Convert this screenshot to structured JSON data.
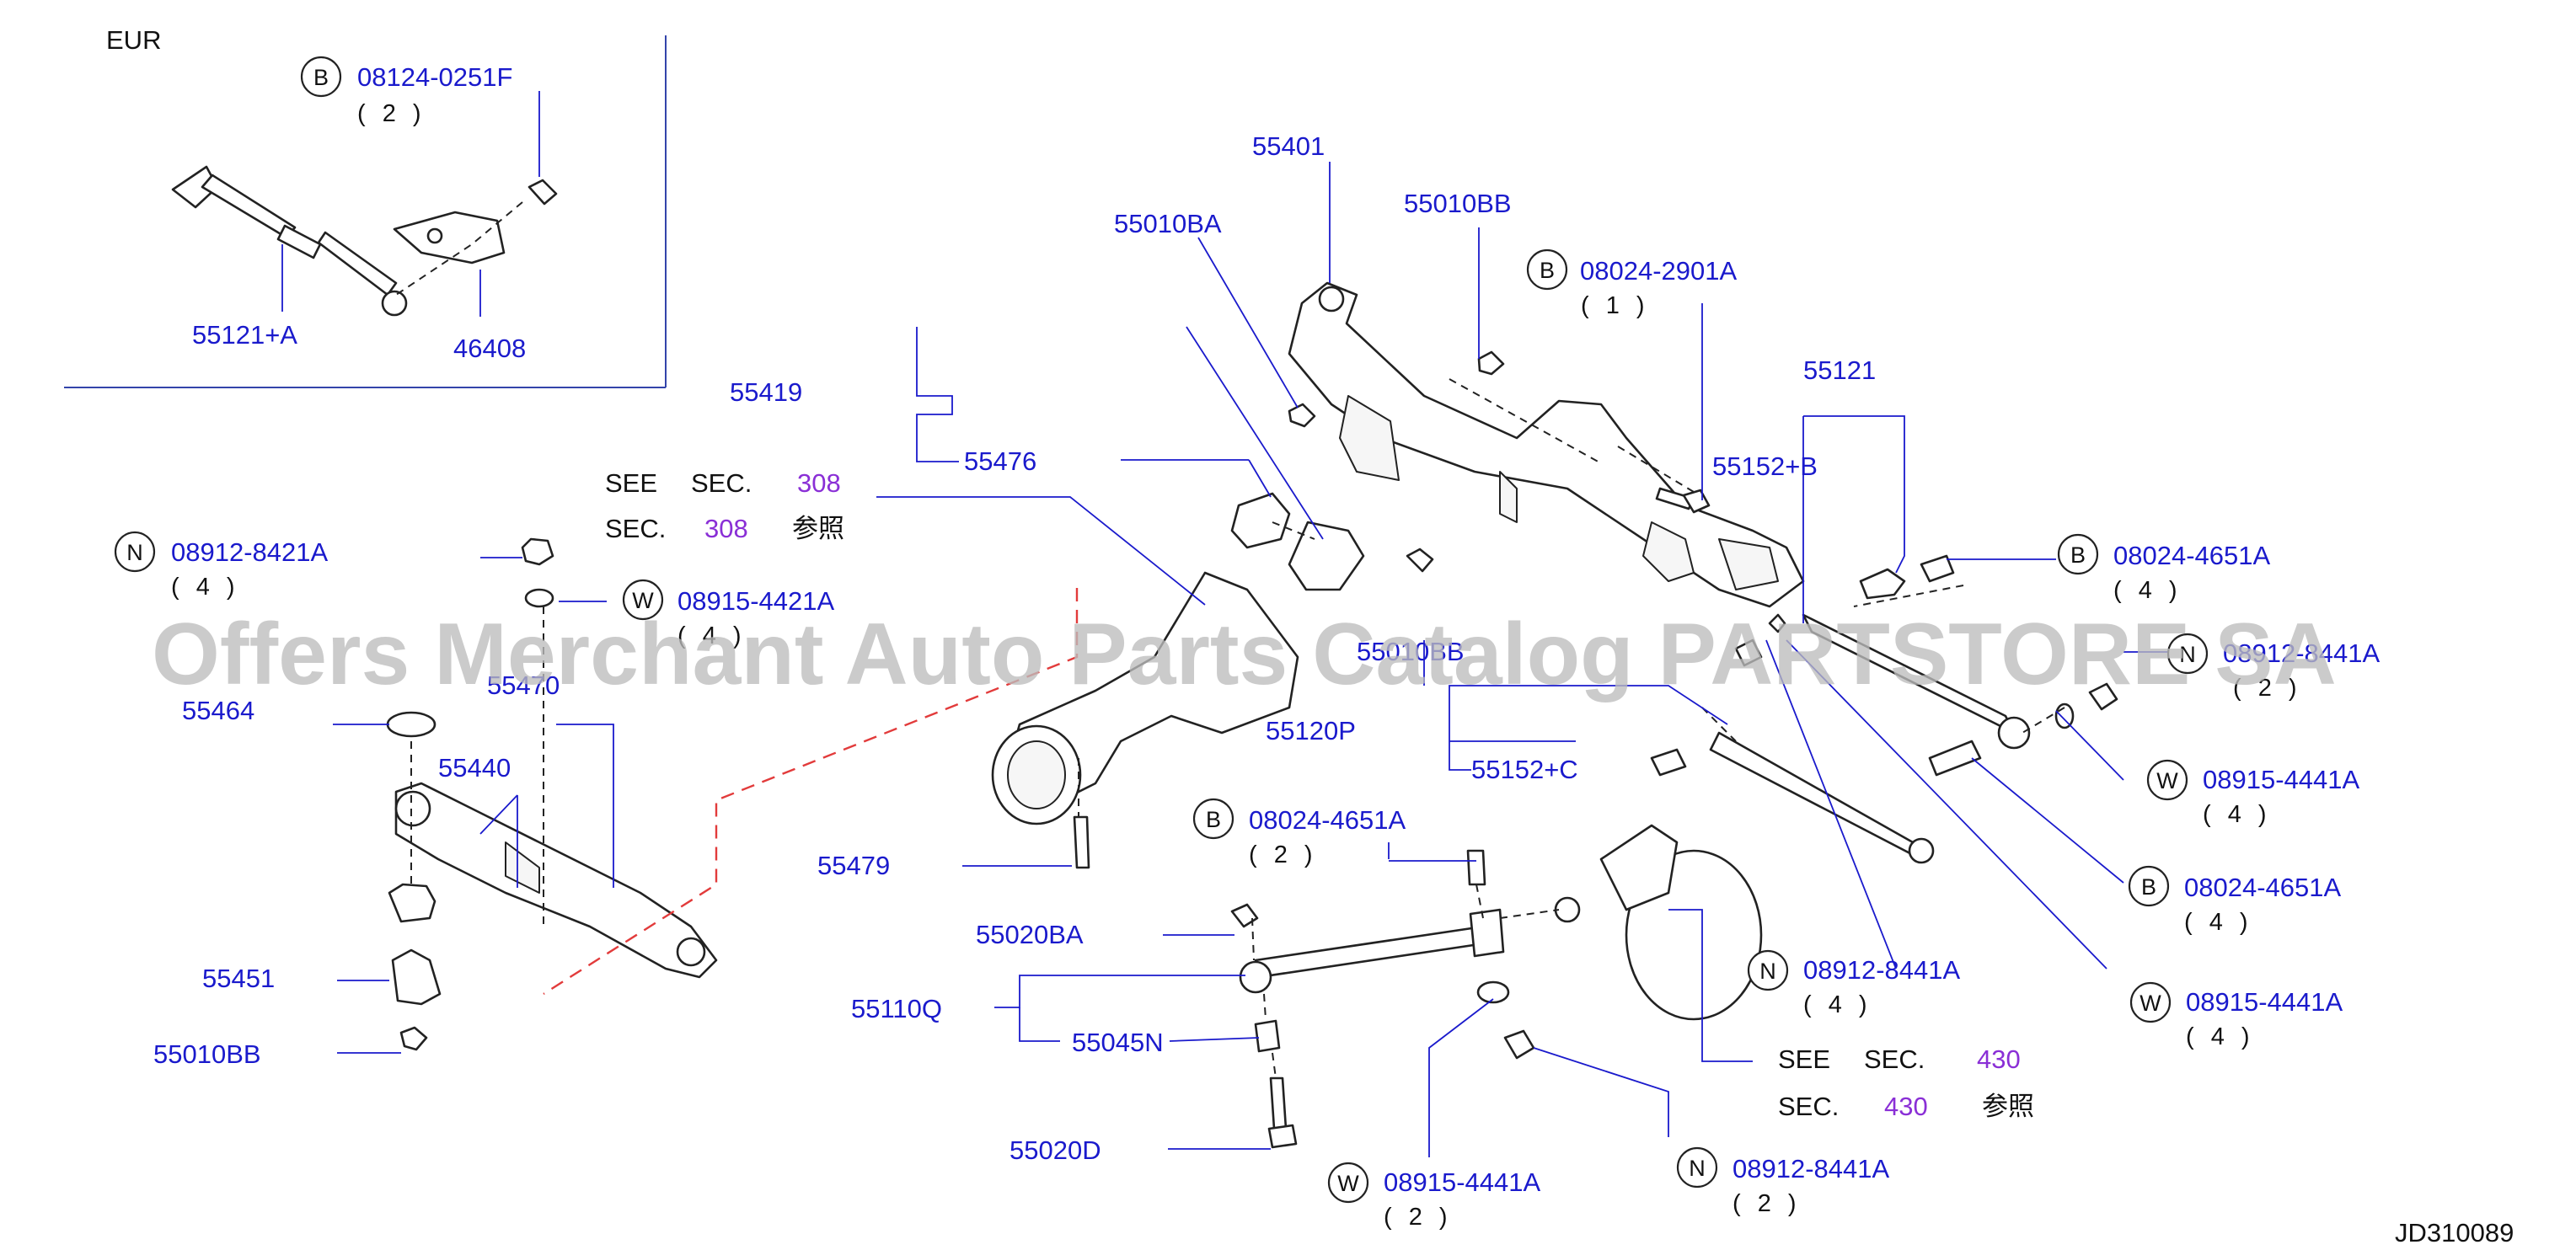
{
  "inset": {
    "label": "EUR",
    "bolt_badge": "B",
    "bolt_part": "08124-0251F",
    "bolt_qty": "( 2 )",
    "rod_part": "55121+A",
    "bracket_part": "46408"
  },
  "parts": {
    "p55401": "55401",
    "p55010BA": "55010BA",
    "p55010BB_top": "55010BB",
    "p08024_2901A": "08024-2901A",
    "q08024_2901A": "( 1 )",
    "p55419": "55419",
    "p55476": "55476",
    "p55121": "55121",
    "p55152B": "55152+B",
    "p08024_4651A_r1": "08024-4651A",
    "q08024_4651A_r1": "( 4 )",
    "p08912_8421A": "08912-8421A",
    "q08912_8421A": "( 4 )",
    "p08915_4421A": "08915-4421A",
    "q08915_4421A": "( 4 )",
    "p55470": "55470",
    "p55464": "55464",
    "p55440": "55440",
    "p55010BB_mid": "55010BB",
    "p08912_8441A_r": "08912-8441A",
    "q08912_8441A_r": "( 2 )",
    "p55120P": "55120P",
    "p55152C": "55152+C",
    "p08915_4441A_r1": "08915-4441A",
    "q08915_4441A_r1": "( 4 )",
    "p08024_4651A_mid": "08024-4651A",
    "q08024_4651A_mid": "( 2 )",
    "p55479": "55479",
    "p08024_4651A_r2": "08024-4651A",
    "q08024_4651A_r2": "( 4 )",
    "p55020BA": "55020BA",
    "p08912_8441A_c": "08912-8441A",
    "q08912_8441A_c": "( 4 )",
    "p55451": "55451",
    "p55110Q": "55110Q",
    "p08915_4441A_r2": "08915-4441A",
    "q08915_4441A_r2": "( 4 )",
    "p55010BB_bot": "55010BB",
    "p55045N": "55045N",
    "p55020D": "55020D",
    "p08915_4441A_b": "08915-4441A",
    "q08915_4441A_b": "( 2 )",
    "p08912_8441A_b": "08912-8441A",
    "q08912_8441A_b": "( 2 )"
  },
  "badges": {
    "B": "B",
    "N": "N",
    "W": "W"
  },
  "refs": {
    "see": "SEE",
    "sec": "SEC.",
    "ref_suffix": "参照",
    "sec308": "308",
    "sec430": "430"
  },
  "diagram_code": "JD310089",
  "watermark": "Offers Merchant Auto Parts Catalog PARTSTORE SA"
}
